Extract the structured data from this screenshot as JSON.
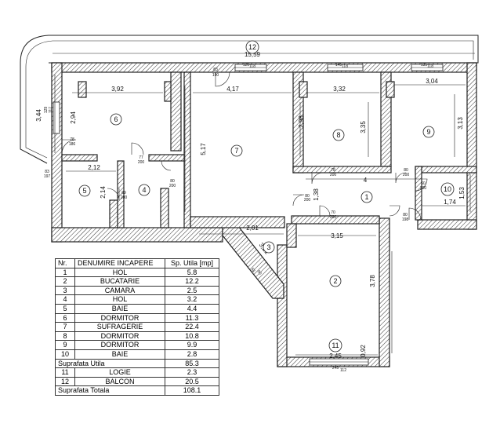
{
  "plan": {
    "rooms": [
      {
        "id": "1",
        "label": "1"
      },
      {
        "id": "2",
        "label": "2"
      },
      {
        "id": "3",
        "label": "3"
      },
      {
        "id": "4",
        "label": "4"
      },
      {
        "id": "5",
        "label": "5"
      },
      {
        "id": "6",
        "label": "6"
      },
      {
        "id": "7",
        "label": "7"
      },
      {
        "id": "8",
        "label": "8"
      },
      {
        "id": "9",
        "label": "9"
      },
      {
        "id": "10",
        "label": "10"
      },
      {
        "id": "11",
        "label": "11"
      },
      {
        "id": "12",
        "label": "12"
      }
    ],
    "dimensions": {
      "balcony_length": "15,59",
      "balcony_depth": "3,44",
      "r6_width": "3,92",
      "r6_depth": "2,94",
      "r7_width": "4,17",
      "r7_depth": "5,17",
      "r8_width": "3,32",
      "r8_left": "2,98",
      "r8_depth": "3,35",
      "r9_width": "3,04",
      "r9_depth": "3,13",
      "r5_width": "2,12",
      "r5_depth": "2,14",
      "hall_len": "4",
      "hall_w": "1,38",
      "r10_w": "1,74",
      "r10_d": "1,53",
      "r7_bottom": "2,01",
      "r3_diag": "3,21",
      "r2_top": "3,15",
      "r2_depth": "3,78",
      "r11_w": "2,45",
      "r11_d": "0,92"
    },
    "openings": {
      "w1_top": "120",
      "w1_bot": "118",
      "w2_top": "145",
      "w2_bot": "118",
      "w3_top": "135",
      "w3_bot": "118",
      "d1_top": "83",
      "d1_bot": "190",
      "w4_top": "129",
      "w4_bot": "117",
      "d2_top": "78",
      "d2_bot": "186",
      "d3_top": "77",
      "d3_bot": "200",
      "d4_top": "80",
      "d4_bot": "200",
      "d5_top": "69",
      "d5_bot": "200",
      "d6_top": "78",
      "d6_bot": "200",
      "d7_top": "80",
      "d7_bot": "200",
      "d8_top": "80",
      "d8_bot": "200",
      "d9_top": "60",
      "d9_bot": "200",
      "d10_top": "70",
      "d10_bot": "200",
      "d11_top": "80",
      "d11_bot": "198",
      "w5_top": "245",
      "w5_bot": "112",
      "w6_top": "83",
      "w6_bot": "197",
      "w7_top": "51",
      "w7_bot": "90"
    }
  },
  "table": {
    "headers": {
      "nr": "Nr.",
      "name": "DENUMIRE INCAPERE",
      "area": "Sp. Utila  [mp]"
    },
    "rows": [
      {
        "nr": "1",
        "name": "HOL",
        "area": "5.8"
      },
      {
        "nr": "2",
        "name": "BUCATARIE",
        "area": "12.2"
      },
      {
        "nr": "3",
        "name": "CAMARA",
        "area": "2.5"
      },
      {
        "nr": "4",
        "name": "HOL",
        "area": "3.2"
      },
      {
        "nr": "5",
        "name": "BAIE",
        "area": "4.4"
      },
      {
        "nr": "6",
        "name": "DORMITOR",
        "area": "11.3"
      },
      {
        "nr": "7",
        "name": "SUFRAGERIE",
        "area": "22.4"
      },
      {
        "nr": "8",
        "name": "DORMITOR",
        "area": "10.8"
      },
      {
        "nr": "9",
        "name": "DORMITOR",
        "area": "9.9"
      },
      {
        "nr": "10",
        "name": "BAIE",
        "area": "2.8"
      }
    ],
    "subtotal": {
      "label": "Suprafata Utila",
      "area": "85.3"
    },
    "extra_rows": [
      {
        "nr": "11",
        "name": "LOGIE",
        "area": "2.3"
      },
      {
        "nr": "12",
        "name": "BALCON",
        "area": "20.5"
      }
    ],
    "total": {
      "label": "Suprafata Totala",
      "area": "108.1"
    }
  }
}
